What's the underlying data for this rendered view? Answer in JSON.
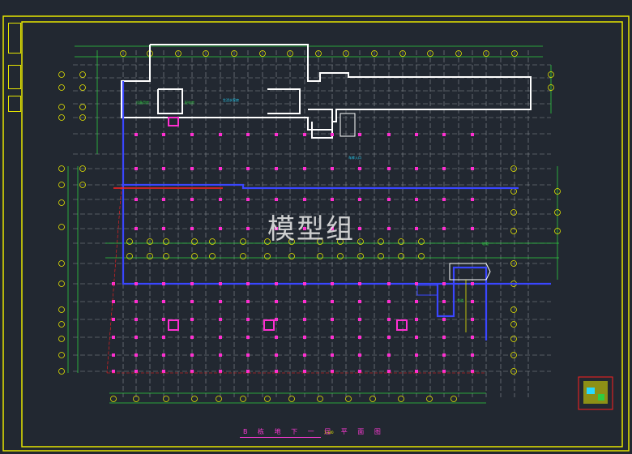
{
  "drawing": {
    "watermark": "模型组",
    "title": "B 栋 地 下 一 层 平 面 图",
    "scale": "1:100"
  },
  "colors": {
    "background": "#222831",
    "frame": "#e6e600",
    "grid": "#8a8f96",
    "dimension": "#2ecc40",
    "wall_white": "#ffffff",
    "wall_blue": "#3a46ff",
    "column": "#ff2fd1"
  },
  "icons": [
    "axis-bubble-icon",
    "north-arrow-icon",
    "key-plan-icon"
  ]
}
